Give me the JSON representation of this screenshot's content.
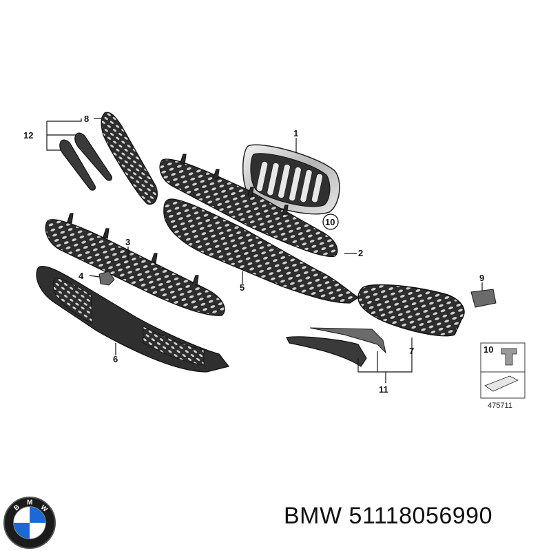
{
  "diagram": {
    "callouts": [
      {
        "id": "1",
        "label": "1"
      },
      {
        "id": "2",
        "label": "2"
      },
      {
        "id": "3",
        "label": "3"
      },
      {
        "id": "4",
        "label": "4"
      },
      {
        "id": "5",
        "label": "5"
      },
      {
        "id": "6",
        "label": "6"
      },
      {
        "id": "7",
        "label": "7"
      },
      {
        "id": "8",
        "label": "8"
      },
      {
        "id": "9",
        "label": "9"
      },
      {
        "id": "10",
        "label": "10"
      },
      {
        "id": "11",
        "label": "11"
      },
      {
        "id": "12",
        "label": "12"
      }
    ],
    "legend_box": {
      "label": "10",
      "catalog_number": "475711"
    }
  },
  "footer": {
    "brand_logo_letters": "BMW",
    "caption": "BMW 51118056990"
  }
}
